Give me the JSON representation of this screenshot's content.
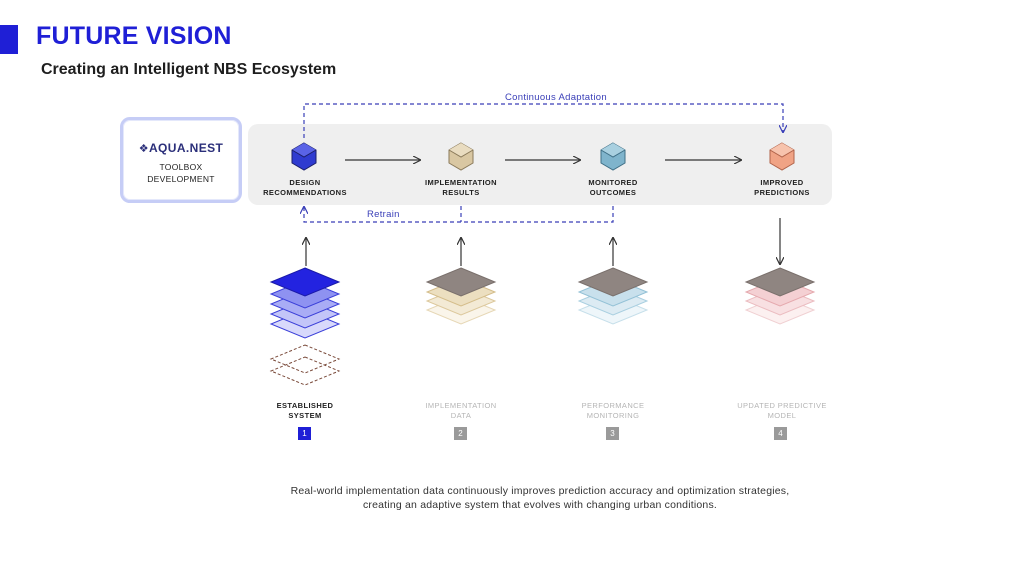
{
  "header": {
    "title": "FUTURE VISION",
    "subtitle": "Creating an Intelligent NBS Ecosystem"
  },
  "logo": {
    "name": "AQUA.NEST",
    "line1": "TOOLBOX",
    "line2": "DEVELOPMENT"
  },
  "loops": {
    "continuous_adaptation": "Continuous Adaptation",
    "retrain": "Retrain"
  },
  "stages": [
    {
      "line1": "DESIGN",
      "line2": "RECOMMENDATIONS",
      "color": "#2f3bd0"
    },
    {
      "line1": "IMPLEMENTATION",
      "line2": "RESULTS",
      "color": "#d9c7a2"
    },
    {
      "line1": "MONITORED",
      "line2": "OUTCOMES",
      "color": "#7fb4cc"
    },
    {
      "line1": "IMPROVED",
      "line2": "PREDICTIONS",
      "color": "#f0a385"
    }
  ],
  "layers": [
    {
      "line1": "ESTABLISHED",
      "line2": "SYSTEM",
      "number": "1",
      "active": true
    },
    {
      "line1": "IMPLEMENTATION",
      "line2": "DATA",
      "number": "2",
      "active": false
    },
    {
      "line1": "PERFORMANCE",
      "line2": "MONITORING",
      "number": "3",
      "active": false
    },
    {
      "line1": "UPDATED PREDICTIVE",
      "line2": "MODEL",
      "number": "4",
      "active": false
    }
  ],
  "caption": {
    "line1": "Real-world implementation data continuously improves prediction accuracy and optimization strategies,",
    "line2": "creating an adaptive system that evolves with changing urban conditions."
  },
  "colors": {
    "accent": "#1f1fd6",
    "loop": "#3a3fb8",
    "arrow": "#333333"
  }
}
